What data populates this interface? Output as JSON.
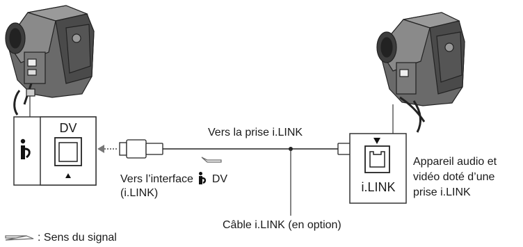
{
  "left_panel": {
    "port_label": "DV",
    "ilink_glyph": "ilink-symbol"
  },
  "right_panel": {
    "port_label": "i.LINK"
  },
  "labels": {
    "to_ilink_jack": "Vers la prise i.LINK",
    "interface_prefix": "Vers l’interface",
    "interface_suffix": "DV",
    "interface_sub": "(i.LINK)",
    "device_line1": "Appareil audio et",
    "device_line2": "vidéo doté d’une",
    "device_line3": "prise i.LINK",
    "cable": "Câble i.LINK (en option)",
    "legend": ": Sens du signal"
  },
  "icons": {
    "left_device": "camcorder-icon",
    "right_device": "camcorder-icon",
    "signal_arrow": "hollow-arrow-icon"
  }
}
